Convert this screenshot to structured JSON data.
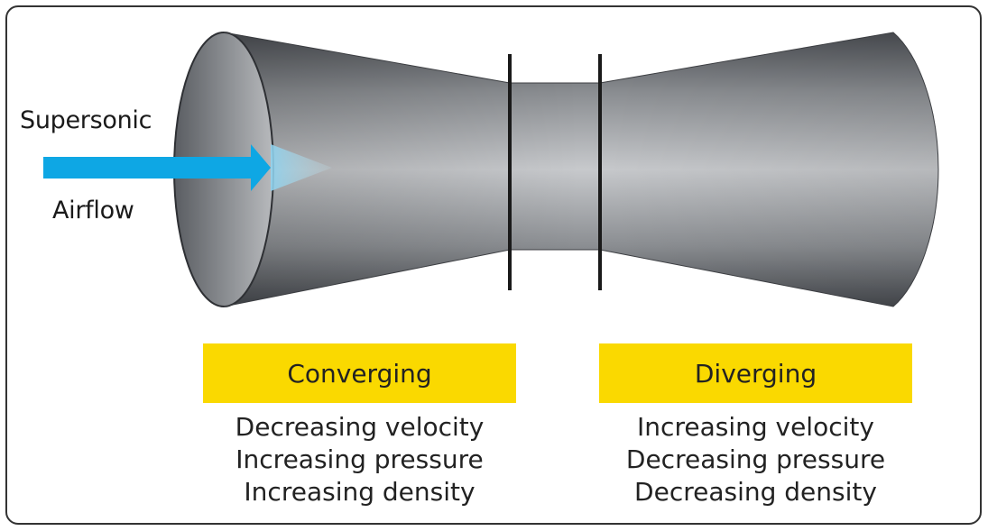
{
  "airflow": {
    "line1": "Supersonic",
    "line2": "Airflow",
    "arrow_color": "#0ea7e4"
  },
  "colors": {
    "box_fill": "#fad900",
    "tube_dark": "#4a4d52",
    "tube_light": "#c3c5c8",
    "section_line": "#1a1a1a"
  },
  "sections": {
    "converging": {
      "title": "Converging",
      "lines": [
        "Decreasing velocity",
        "Increasing pressure",
        "Increasing density"
      ]
    },
    "diverging": {
      "title": "Diverging",
      "lines": [
        "Increasing velocity",
        "Decreasing pressure",
        "Decreasing density"
      ]
    }
  }
}
